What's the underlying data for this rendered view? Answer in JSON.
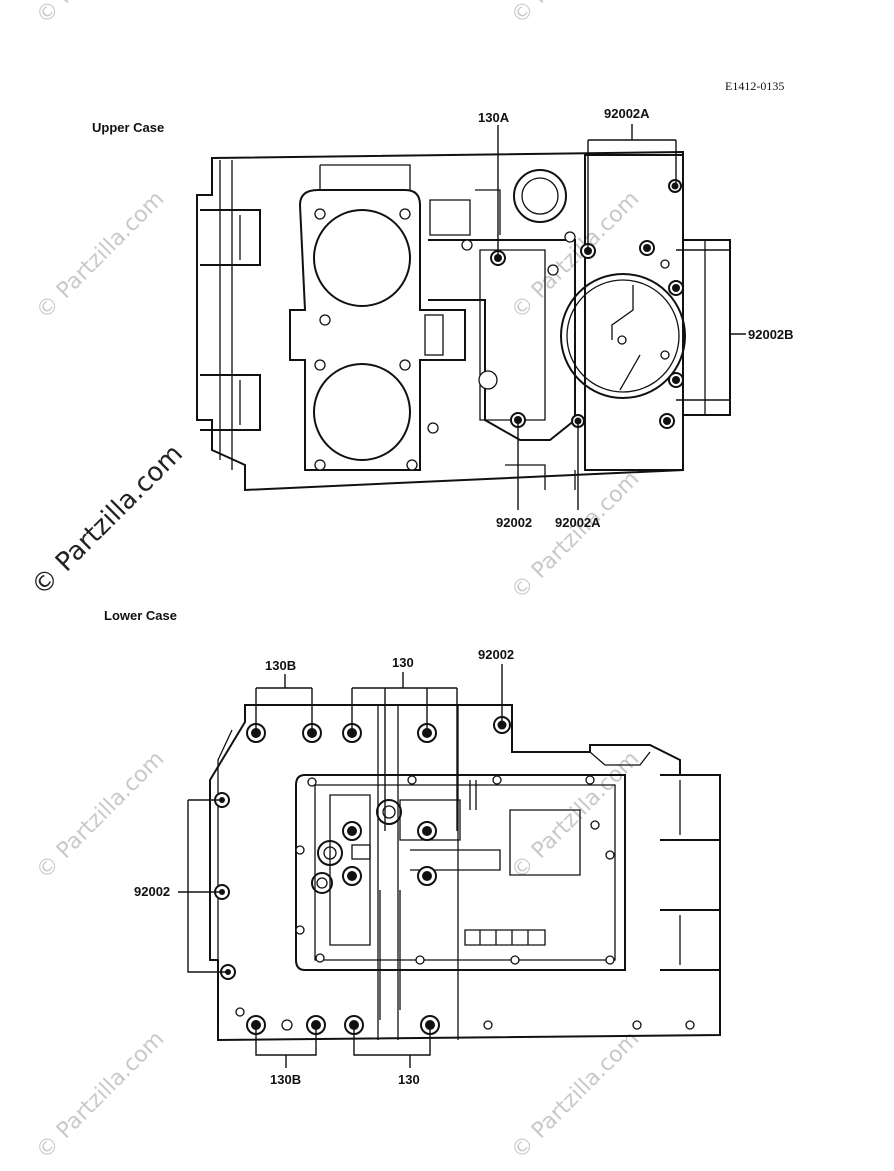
{
  "ref_code": "E1412-0135",
  "upper_case": {
    "title": "Upper Case",
    "callouts": {
      "top_left": "130A",
      "top_right": "92002A",
      "right": "92002B",
      "bottom_left": "92002",
      "bottom_right": "92002A"
    }
  },
  "lower_case": {
    "title": "Lower Case",
    "callouts": {
      "top_left": "130B",
      "top_middle": "130",
      "top_right": "92002",
      "left": "92002",
      "bottom_left": "130B",
      "bottom_right": "130"
    }
  },
  "watermark": {
    "text": "© Partzilla.com"
  }
}
